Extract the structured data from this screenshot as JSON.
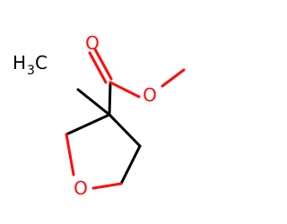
{
  "molecule": {
    "atoms": {
      "carbonyl_oxygen": {
        "symbol": "O",
        "color": "#ff0d0d"
      },
      "ester_oxygen": {
        "symbol": "O",
        "color": "#ff0d0d"
      },
      "ring_oxygen": {
        "symbol": "O",
        "color": "#ff0d0d"
      },
      "methyl_label": {
        "element": "H",
        "subscript": "3",
        "carbon": "C",
        "color": "#000000"
      }
    },
    "bond_color": "#000000"
  }
}
